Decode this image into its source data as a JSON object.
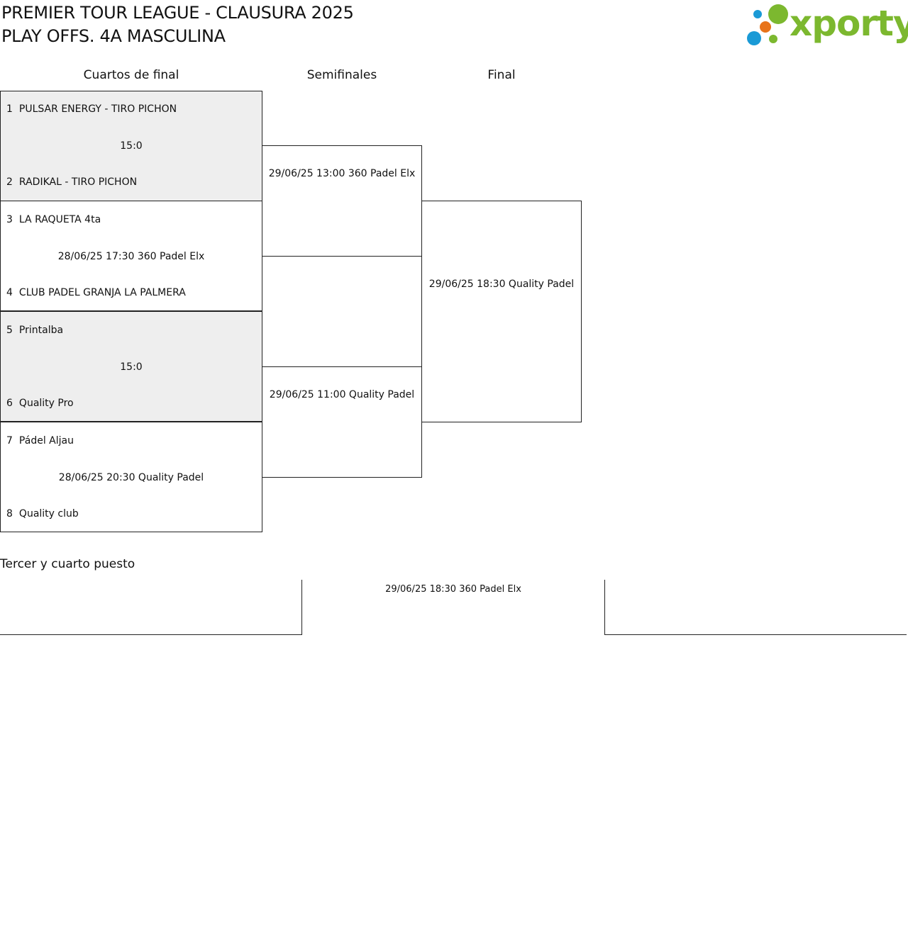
{
  "header": {
    "title_line1": "PREMIER TOUR LEAGUE - CLAUSURA 2025",
    "title_line2": "PLAY OFFS. 4A MASCULINA"
  },
  "logo": {
    "text": "xporty",
    "colors": {
      "green": "#7cb82f",
      "orange": "#e8731a",
      "blue": "#1a9ad6"
    }
  },
  "columns": {
    "quarterfinals": "Cuartos de final",
    "semifinals": "Semifinales",
    "final": "Final"
  },
  "quarterfinals": [
    {
      "seed_a": "1",
      "team_a": "PULSAR ENERGY - TIRO PICHON",
      "info": "15:0",
      "seed_b": "2",
      "team_b": "RADIKAL - TIRO PICHON",
      "played": true
    },
    {
      "seed_a": "3",
      "team_a": "LA RAQUETA 4ta",
      "info": "28/06/25 17:30 360 Padel Elx",
      "seed_b": "4",
      "team_b": "CLUB PADEL GRANJA LA PALMERA",
      "played": false
    },
    {
      "seed_a": "5",
      "team_a": "Printalba",
      "info": "15:0",
      "seed_b": "6",
      "team_b": "Quality Pro",
      "played": true
    },
    {
      "seed_a": "7",
      "team_a": "Pádel Aljau",
      "info": "28/06/25 20:30 Quality Padel",
      "seed_b": "8",
      "team_b": "Quality club",
      "played": false
    }
  ],
  "semifinals": [
    {
      "info": "29/06/25 13:00 360 Padel Elx"
    },
    {
      "info": "29/06/25 11:00 Quality Padel"
    }
  ],
  "final": {
    "info": "29/06/25 18:30 Quality Padel"
  },
  "third_place": {
    "title": "Tercer y cuarto puesto",
    "info": "29/06/25 18:30 360 Padel Elx"
  },
  "styles": {
    "played_bg": "#eeeeee",
    "border": "#222222"
  }
}
